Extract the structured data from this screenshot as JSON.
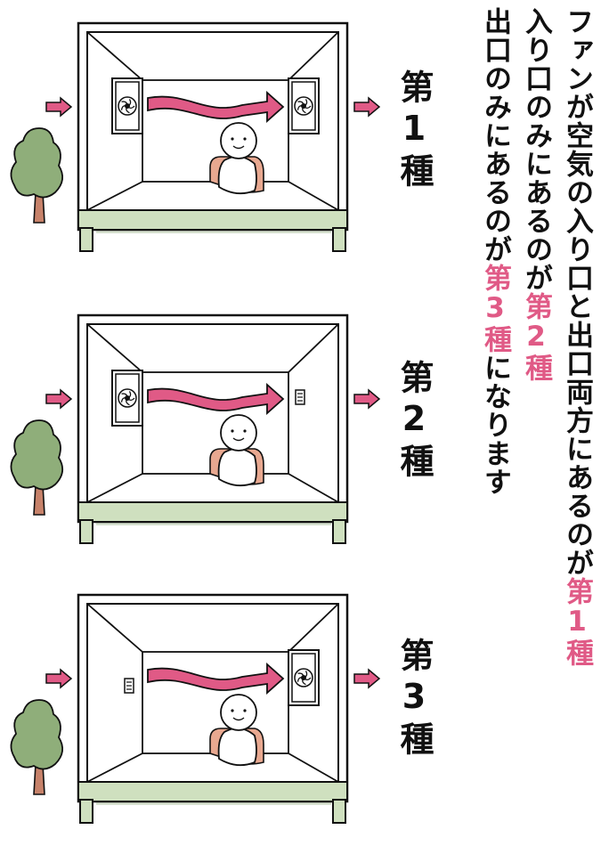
{
  "lines": [
    {
      "text": "ファンが空気の入り口と出口両方にあるのが",
      "hl_prefix": "第",
      "hl_num": "1",
      "hl_suffix": "種",
      "rest": ""
    },
    {
      "text": "入り口のみにあるのが",
      "hl_prefix": "第",
      "hl_num": "2",
      "hl_suffix": "種",
      "rest": ""
    },
    {
      "text": "出口のみにあるのが",
      "hl_prefix": "第",
      "hl_num": "3",
      "hl_suffix": "種",
      "rest": "になります"
    }
  ],
  "types": [
    {
      "prefix": "第",
      "num": "1",
      "suffix": "種",
      "inlet": "fan",
      "outlet": "fan"
    },
    {
      "prefix": "第",
      "num": "2",
      "suffix": "種",
      "inlet": "fan",
      "outlet": "vent"
    },
    {
      "prefix": "第",
      "num": "3",
      "suffix": "種",
      "inlet": "vent",
      "outlet": "fan"
    }
  ],
  "colors": {
    "accent": "#e05a86",
    "tree": "#8fae7a",
    "trunk": "#c7826a",
    "chair": "#e8a890",
    "arrow": "#e05a86"
  }
}
